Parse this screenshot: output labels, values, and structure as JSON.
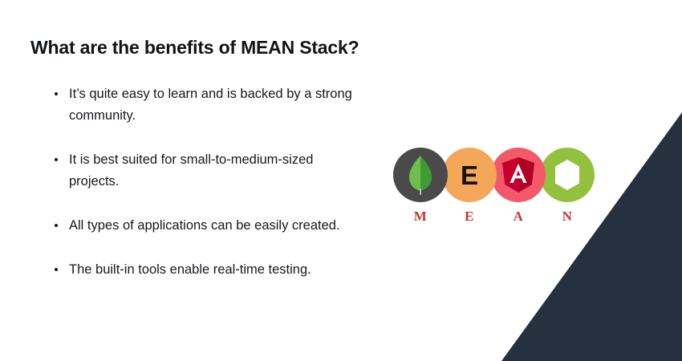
{
  "slide": {
    "background_color": "#ffffff",
    "title": "What are the benefits of MEAN Stack?",
    "title_color": "#111418",
    "bullets": [
      {
        "text": "It’s quite easy to learn and is backed by a strong community."
      },
      {
        "text": "It is best suited for small-to-medium-sized projects."
      },
      {
        "text": "All types of applications can be easily created."
      },
      {
        "text": "The built-in tools enable real-time testing."
      }
    ]
  },
  "decoration": {
    "corner_wedge_color": "#263140",
    "corner_wedge_name": "navy-triangle-corner"
  },
  "mean_logo": {
    "letters": [
      "M",
      "E",
      "A",
      "N"
    ],
    "letter_color": "#c1392f",
    "items": [
      {
        "letter": "M",
        "technology": "MongoDB",
        "circle_color": "#4a4a4a",
        "icon": "mongodb-leaf-icon",
        "icon_colors": [
          "#6cbf4b",
          "#3f9c35"
        ]
      },
      {
        "letter": "E",
        "technology": "Express",
        "circle_color": "#f4a759",
        "icon": "letter-e-glyph",
        "glyph": "E",
        "icon_colors": [
          "#111111"
        ]
      },
      {
        "letter": "A",
        "technology": "Angular",
        "circle_color": "#f4596a",
        "icon": "angular-shield-icon",
        "icon_colors": [
          "#c3002f",
          "#dd0031",
          "#ffffff"
        ]
      },
      {
        "letter": "N",
        "technology": "Node.js",
        "circle_color": "#92c13f",
        "icon": "nodejs-hexagon-icon",
        "icon_colors": [
          "#ffffff"
        ]
      }
    ]
  }
}
